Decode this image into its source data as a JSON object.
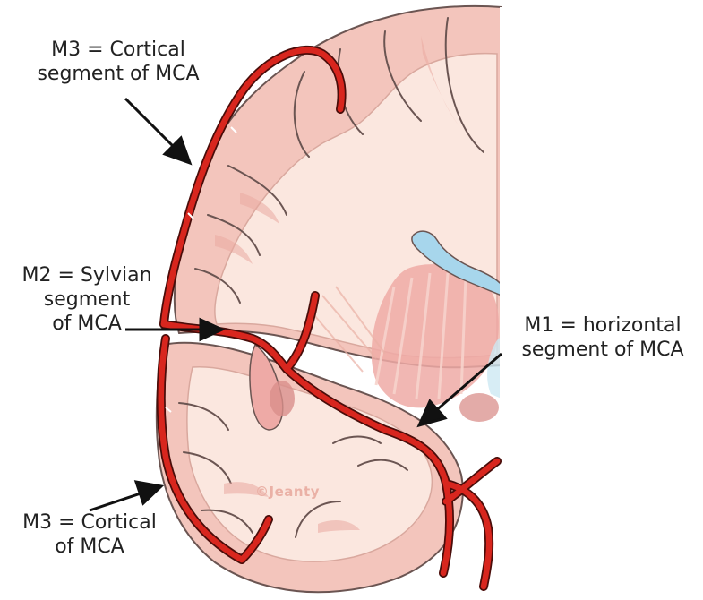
{
  "labels": {
    "m3_top": [
      "M3 = Cortical",
      "segment of MCA"
    ],
    "m2": [
      "M2 = Sylvian",
      "segment",
      "of MCA"
    ],
    "m1": [
      "M1 = horizontal",
      "segment of MCA"
    ],
    "m3_bottom": [
      "M3 = Cortical",
      "of MCA"
    ]
  },
  "watermark": "©Jeanty",
  "colors": {
    "artery": "#d8261e",
    "artery_outline": "#4a0d0a",
    "cortex": "#f3c5bc",
    "white_matter": "#fbe7df",
    "deep_nuclei": "#eeaaa6",
    "ventricle": "#a7d6ec",
    "outline": "#6b5552"
  }
}
